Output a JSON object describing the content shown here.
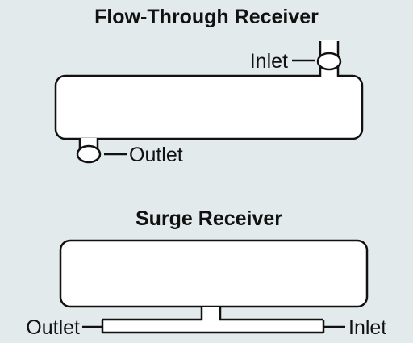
{
  "colors": {
    "background": "#e2eaec",
    "stroke": "#111111",
    "fill": "#ffffff"
  },
  "flow_through": {
    "title": "Flow-Through Receiver",
    "inlet_label": "Inlet",
    "outlet_label": "Outlet"
  },
  "surge": {
    "title": "Surge Receiver",
    "outlet_label": "Outlet",
    "inlet_label": "Inlet"
  }
}
